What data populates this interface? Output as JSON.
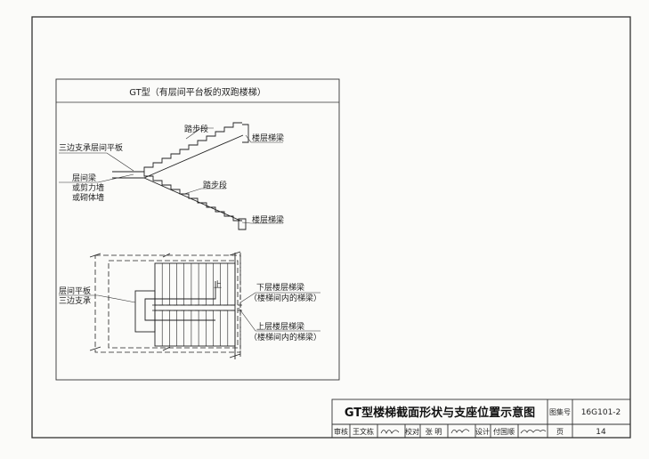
{
  "panel": {
    "title": "GT型（有层间平台板的双跑楼梯）"
  },
  "section": {
    "upper_flight": "踏步段",
    "lower_flight": "踏步段",
    "platform_note": "三边支承层间平板",
    "floor_beam_top": "楼层梯梁",
    "floor_beam_bottom": "楼层梯梁",
    "wall_note": [
      "层间梁",
      "或剪力墙",
      "或砌体墙"
    ]
  },
  "plan": {
    "up_mark": "上",
    "platform_note": [
      "层间平板",
      "三边支承"
    ],
    "lower_beam": [
      "下层楼层梯梁",
      "（楼梯间内的梯梁）"
    ],
    "upper_beam": [
      "上层楼层梯梁",
      "（楼梯间内的梯梁）"
    ]
  },
  "title_block": {
    "title": "GT型楼梯截面形状与支座位置示意图",
    "atlas_label": "图集号",
    "atlas_no": "16G101-2",
    "page_label": "页",
    "page_no": "14",
    "review_label": "审核",
    "review_name": "王文栋",
    "check_label": "校对",
    "check_name": "张  明",
    "design_label": "设计",
    "design_name": "付国顺"
  }
}
